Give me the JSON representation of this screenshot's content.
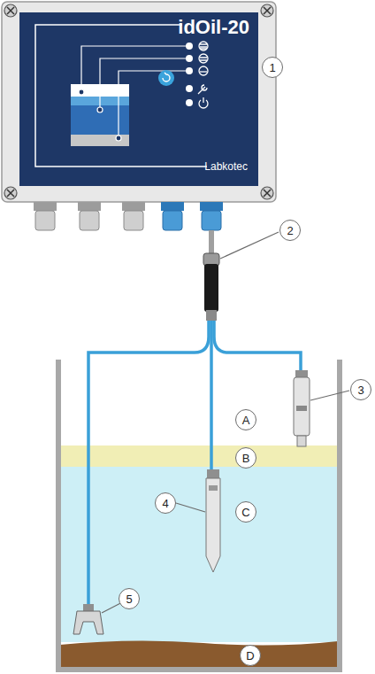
{
  "diagram": {
    "nodes": [
      {
        "text": [
          "idOil-20",
          "Labkotec"
        ]
      }
    ],
    "labels": [
      "1",
      "2",
      "3",
      "4",
      "5",
      "A",
      "B",
      "C",
      "D"
    ]
  }
}
